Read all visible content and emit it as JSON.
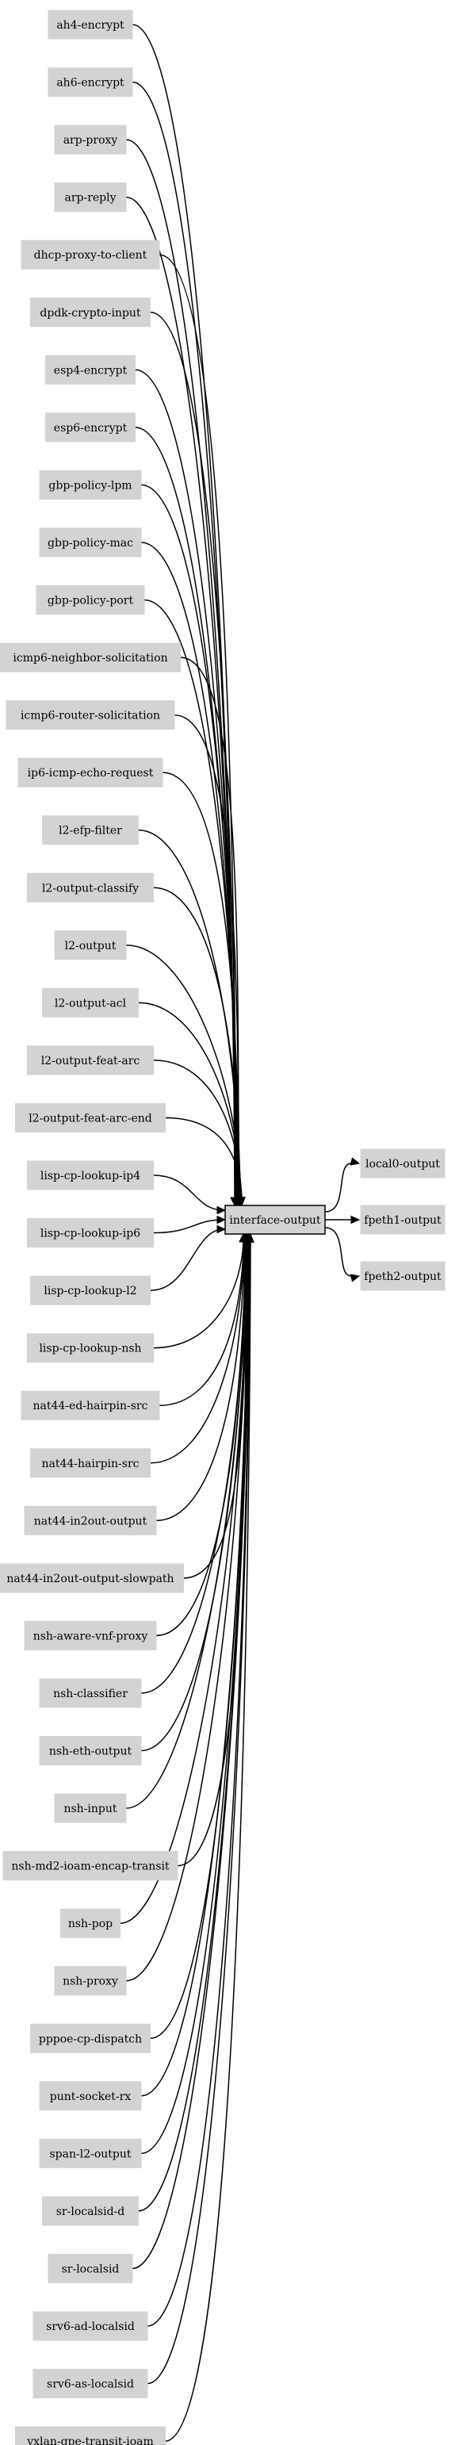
{
  "graph": {
    "center": "interface-output",
    "inputs": [
      "ah4-encrypt",
      "ah6-encrypt",
      "arp-proxy",
      "arp-reply",
      "dhcp-proxy-to-client",
      "dpdk-crypto-input",
      "esp4-encrypt",
      "esp6-encrypt",
      "gbp-policy-lpm",
      "gbp-policy-mac",
      "gbp-policy-port",
      "icmp6-neighbor-solicitation",
      "icmp6-router-solicitation",
      "ip6-icmp-echo-request",
      "l2-efp-filter",
      "l2-output-classify",
      "l2-output",
      "l2-output-acl",
      "l2-output-feat-arc",
      "l2-output-feat-arc-end",
      "lisp-cp-lookup-ip4",
      "lisp-cp-lookup-ip6",
      "lisp-cp-lookup-l2",
      "lisp-cp-lookup-nsh",
      "nat44-ed-hairpin-src",
      "nat44-hairpin-src",
      "nat44-in2out-output",
      "nat44-in2out-output-slowpath",
      "nsh-aware-vnf-proxy",
      "nsh-classifier",
      "nsh-eth-output",
      "nsh-input",
      "nsh-md2-ioam-encap-transit",
      "nsh-pop",
      "nsh-proxy",
      "pppoe-cp-dispatch",
      "punt-socket-rx",
      "span-l2-output",
      "sr-localsid-d",
      "sr-localsid",
      "srv6-ad-localsid",
      "srv6-as-localsid",
      "vxlan-gpe-transit-ioam"
    ],
    "outputs": [
      "local0-output",
      "fpeth1-output",
      "fpeth2-output"
    ],
    "colors": {
      "node_fill": "#d3d3d3",
      "edge": "#000000",
      "center_border": "#000000"
    }
  }
}
